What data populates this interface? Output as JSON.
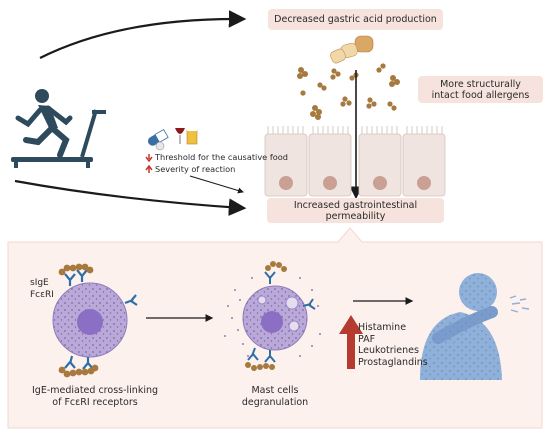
{
  "top": {
    "gastric_acid_label": "Decreased gastric acid production",
    "allergens_label_line1": "More structurally",
    "allergens_label_line2": "intact food allergens",
    "permeability_line1": "Increased gastrointestinal",
    "permeability_line2": "permeability",
    "threshold_label": "Threshold for the causative food",
    "severity_label": "Severity of reaction"
  },
  "bottom": {
    "sige_label": "sIgE",
    "fceri_label": "FcεRI",
    "crosslink_line1": "IgE-mediated cross-linking",
    "crosslink_line2": "of FcεRI receptors",
    "mast_line1": "Mast cells",
    "mast_line2": "degranulation",
    "mediators": [
      "Histamine",
      "PAF",
      "Leukotrienes",
      "Prostaglandins"
    ]
  },
  "colors": {
    "panel_bg": "#fdf1ed",
    "label_box": "#f6e3dd",
    "runner": "#2d4b5c",
    "arrow_up_red": "#c0392b",
    "arrow_down_red": "#c0392b",
    "cell_purple": "#b9a8d8",
    "nucleus_purple": "#8b6fc4",
    "epithelium": "#efe4df",
    "epi_nucleus": "#c9a093",
    "allergen_brown": "#a67a3f",
    "person_blue": "#8fb0d9"
  }
}
